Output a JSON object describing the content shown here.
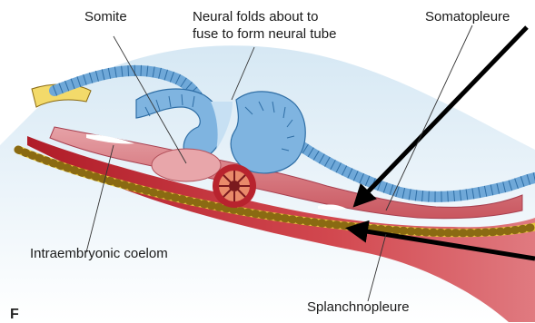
{
  "labels": {
    "somite": "Somite",
    "neural_folds_line1": "Neural folds about to",
    "neural_folds_line2": "fuse to form neural tube",
    "somatopleure": "Somatopleure",
    "intraembryonic_coelom": "Intraembryonic coelom",
    "splanchnopleure": "Splanchnopleure",
    "panel_letter": "F"
  },
  "colors": {
    "ectoderm_blue": "#6fa8d8",
    "ectoderm_light": "#bcd9f0",
    "mesoderm_pink": "#d9828a",
    "mesoderm_red": "#b8232e",
    "endoderm_yellow": "#f0d55a",
    "background_light_blue": "#d6e8f4",
    "arrow_black": "#000000"
  }
}
